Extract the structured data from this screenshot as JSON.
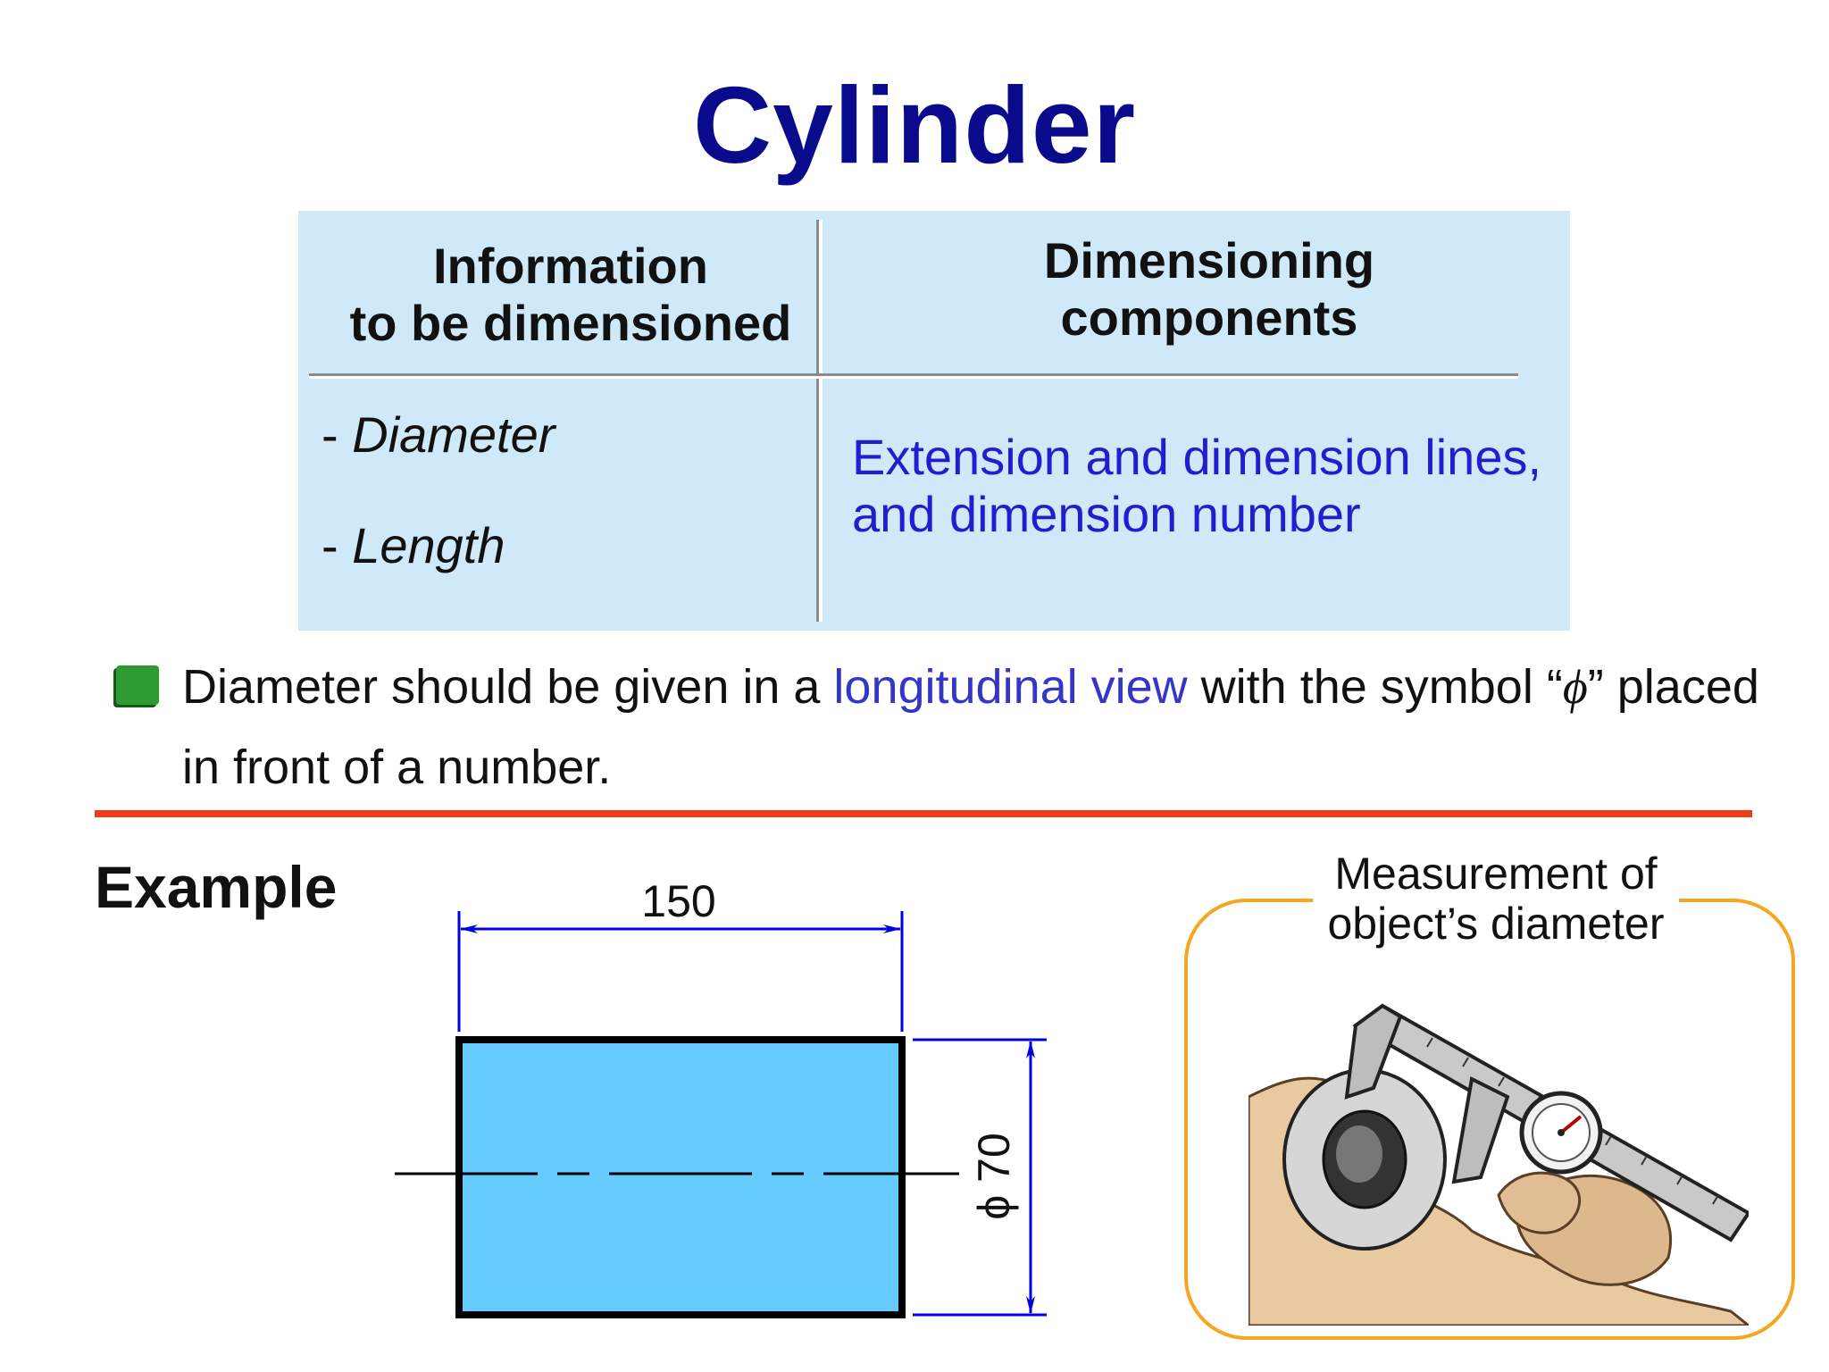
{
  "slide": {
    "title": "Cylinder"
  },
  "table": {
    "left_header_line1": "Information",
    "left_header_line2": "to be dimensioned",
    "right_header_line1": "Dimensioning",
    "right_header_line2": "components",
    "items": [
      {
        "dash": "- ",
        "term": "Diameter"
      },
      {
        "dash": "- ",
        "term": "Length"
      }
    ],
    "components_line1": "Extension and dimension lines,",
    "components_line2": "and dimension number"
  },
  "bullet": {
    "part1": "Diameter should be given in a ",
    "highlight": "longitudinal view",
    "part2": " with the symbol “",
    "symbol": "ϕ",
    "part3": "” placed in front of a number."
  },
  "example": {
    "label": "Example",
    "length_dimension": "150",
    "diameter_dimension": "ϕ 70"
  },
  "photo": {
    "caption_line1": "Measurement of",
    "caption_line2": "object’s diameter"
  },
  "colors": {
    "title": "#0a0a8c",
    "table_bg": "#cfe9f9",
    "components_text": "#1f1fd0",
    "highlight_text": "#3535c8",
    "bullet_icon": "#2e9a32",
    "rule": "#ee3b1c",
    "cylinder_fill": "#66ccff",
    "dimension_lines": "#0000dd",
    "photo_frame": "#f5a623"
  }
}
